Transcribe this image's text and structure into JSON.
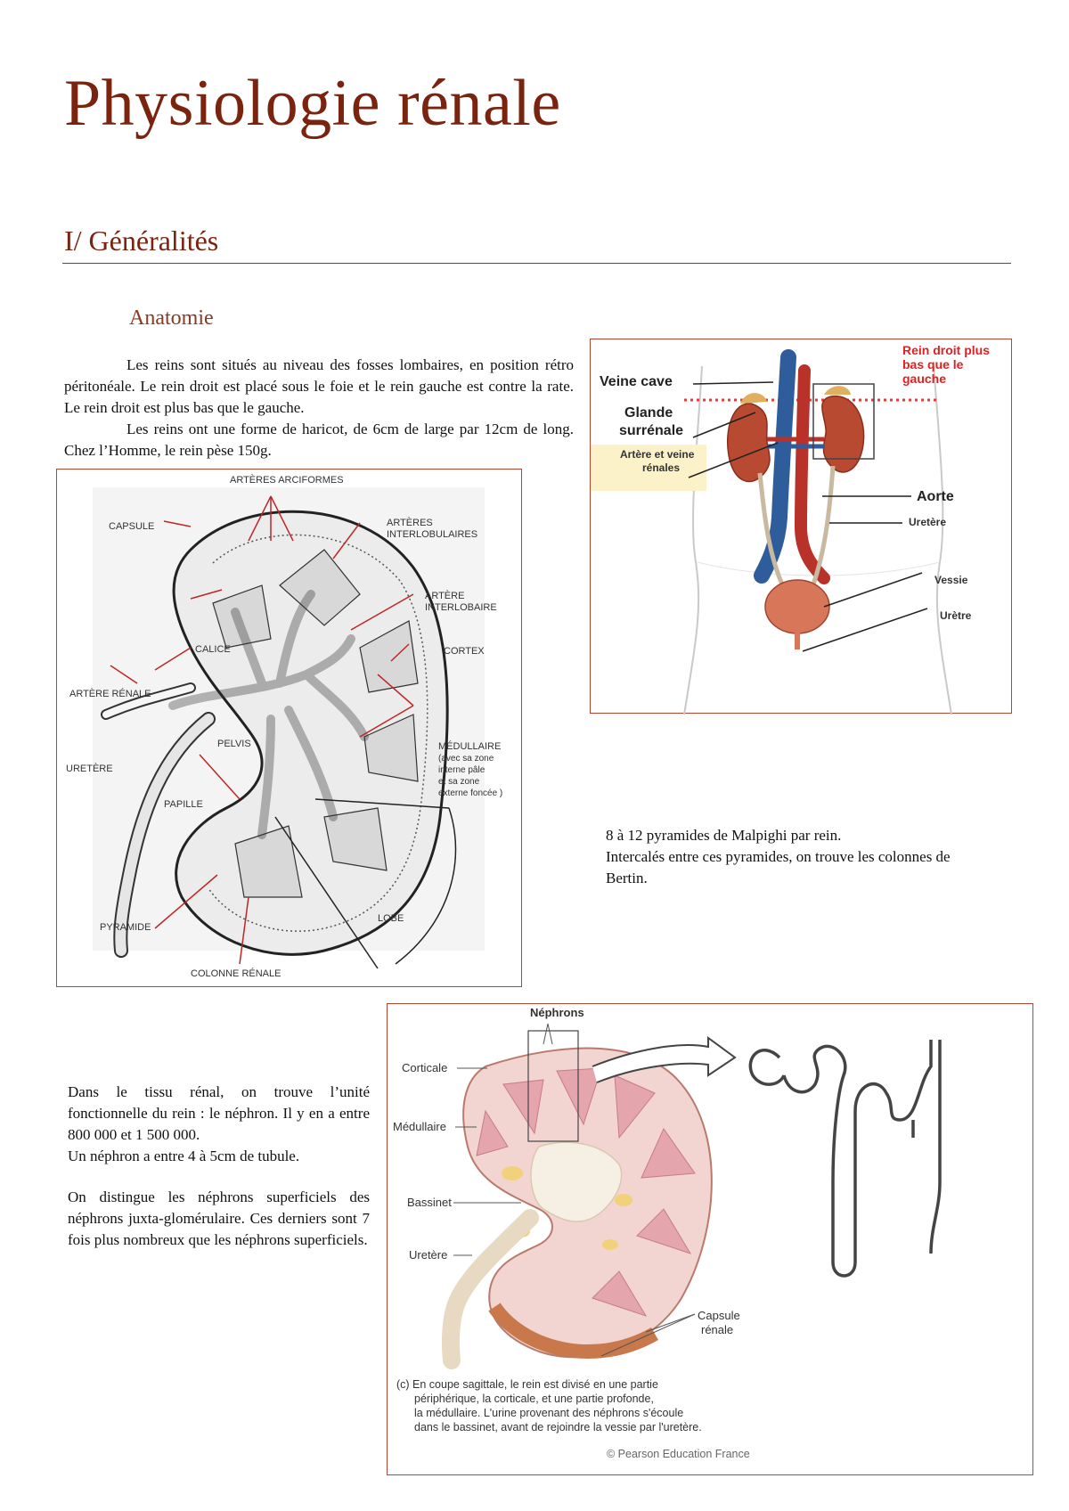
{
  "title": "Physiologie rénale",
  "section": "I/ Généralités",
  "subsection": "Anatomie",
  "paragraphs": {
    "p1": "Les reins sont situés au niveau des fosses lombaires, en position rétro péritonéale. Le rein droit est placé sous le foie et le rein gauche est contre la rate. Le rein droit est plus bas que le gauche.",
    "p2": "Les reins ont une forme de haricot, de 6cm de large par 12cm de long. Chez l’Homme, le rein pèse 150g.",
    "pyramides_1": "8 à 12 pyramides de Malpighi par rein.",
    "pyramides_2": "Intercalés entre ces pyramides, on trouve les colonnes de Bertin.",
    "nephron_1": "Dans le tissu rénal, on trouve l’unité fonctionnelle du rein : le néphron. Il y en a entre 800 000 et 1 500 000.",
    "nephron_2": "Un néphron a entre 4 à 5cm de tubule.",
    "nephron_3": "On distingue les néphrons superficiels des néphrons juxta-glomérulaire. Ces derniers sont 7 fois plus nombreux que les néphrons superficiels."
  },
  "figure_urinary": {
    "note": "Rein droit plus bas que le gauche",
    "veine_cave": "Veine cave",
    "glande_1": "Glande",
    "glande_2": "surrénale",
    "artere_1": "Artère et veine",
    "artere_2": "rénales",
    "aorte": "Aorte",
    "uretere": "Uretère",
    "vessie": "Vessie",
    "uretre": "Urètre"
  },
  "figure_kidney": {
    "arteres_arciformes": "ARTÈRES ARCIFORMES",
    "capsule": "CAPSULE",
    "arteres_interlob_1": "ARTÈRES",
    "arteres_interlob_2": "INTERLOBULAIRES",
    "artere_interlob_1": "ARTÈRE",
    "artere_interlob_2": "INTERLOBAIRE",
    "calice": "CALICE",
    "cortex": "CORTEX",
    "artere_renale": "ARTÈRE RÉNALE",
    "pelvis": "PELVIS",
    "medullaire_1": "MÉDULLAIRE",
    "medullaire_2": "(avec sa zone",
    "medullaire_3": "interne pâle",
    "medullaire_4": "et sa zone",
    "medullaire_5": "externe foncée )",
    "uretere": "URETÈRE",
    "papille": "PAPILLE",
    "lobe": "LOBE",
    "pyramide": "PYRAMIDE",
    "colonne_renale": "COLONNE RÉNALE"
  },
  "figure_section": {
    "nephrons": "Néphrons",
    "corticale": "Corticale",
    "medullaire": "Médullaire",
    "bassinet": "Bassinet",
    "uretere": "Uretère",
    "capsule_1": "Capsule",
    "capsule_2": "rénale",
    "caption_1": "(c) En coupe sagittale, le rein est divisé en une partie",
    "caption_2": "périphérique, la corticale, et une partie profonde,",
    "caption_3": "la médullaire. L'urine provenant des néphrons s'écoule",
    "caption_4": "dans le bassinet, avant de rejoindre la vessie par l'uretère.",
    "copyright": "© Pearson Education France"
  }
}
